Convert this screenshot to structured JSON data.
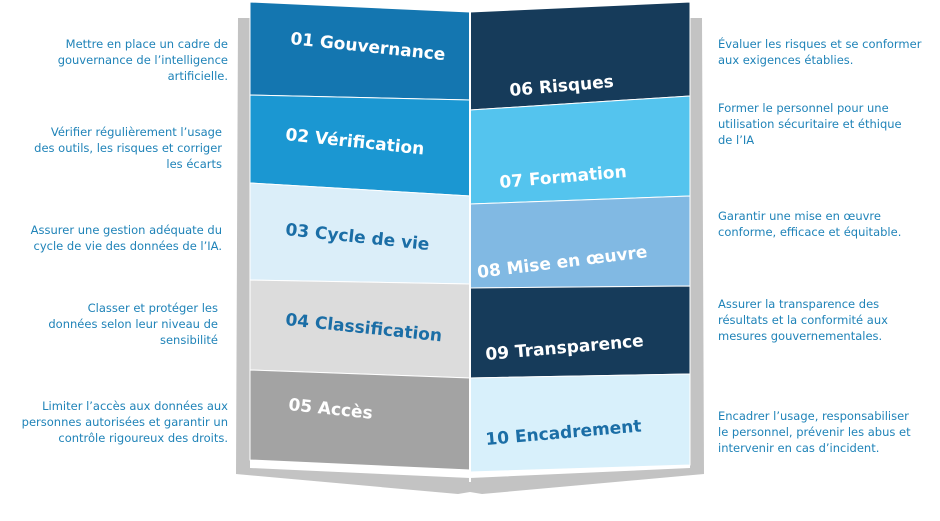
{
  "colors": {
    "description_text": "#1f83b8",
    "spine": "#c3c3c3",
    "left_pages": [
      {
        "fill": "#1476b0",
        "text": "#ffffff"
      },
      {
        "fill": "#1b97d2",
        "text": "#ffffff"
      },
      {
        "fill": "#dbeef9",
        "text": "#1b6ea6"
      },
      {
        "fill": "#dcdcdc",
        "text": "#1b6ea6"
      },
      {
        "fill": "#a3a3a3",
        "text": "#ffffff"
      }
    ],
    "right_pages": [
      {
        "fill": "#163b5a",
        "text": "#ffffff"
      },
      {
        "fill": "#54c4ee",
        "text": "#ffffff"
      },
      {
        "fill": "#81b9e3",
        "text": "#ffffff"
      },
      {
        "fill": "#163b5a",
        "text": "#ffffff"
      },
      {
        "fill": "#d8f0fb",
        "text": "#1b6ea6"
      }
    ]
  },
  "left_items": [
    {
      "label": "01 Gouvernance",
      "description": "Mettre en place un cadre de\ngouvernance de l’intelligence\nartificielle."
    },
    {
      "label": "02 Vérification",
      "description": "Vérifier régulièrement l’usage\ndes outils, les risques et corriger\nles écarts"
    },
    {
      "label": "03 Cycle de vie",
      "description": "Assurer une gestion adéquate du\ncycle de vie des données de l’IA."
    },
    {
      "label": "04 Classification",
      "description": "Classer et protéger les\ndonnées selon leur niveau de\nsensibilité"
    },
    {
      "label": "05 Accès",
      "description": "Limiter l’accès aux données aux\npersonnes autorisées et garantir un\ncontrôle rigoureux des droits."
    }
  ],
  "right_items": [
    {
      "label": "06 Risques",
      "description": "Évaluer les risques et se conformer\naux exigences établies."
    },
    {
      "label": "07 Formation",
      "description": "Former le personnel pour une\nutilisation sécuritaire et éthique\nde l’IA"
    },
    {
      "label": "08 Mise en œuvre",
      "description": "Garantir une mise en œuvre\nconforme, efficace et équitable."
    },
    {
      "label": "09 Transparence",
      "description": "Assurer la transparence des\nrésultats et la conformité aux\nmesures gouvernementales."
    },
    {
      "label": "10 Encadrement",
      "description": "Encadrer l’usage, responsabiliser\nle personnel, prévenir les abus et\nintervenir en cas d’incident."
    }
  ]
}
